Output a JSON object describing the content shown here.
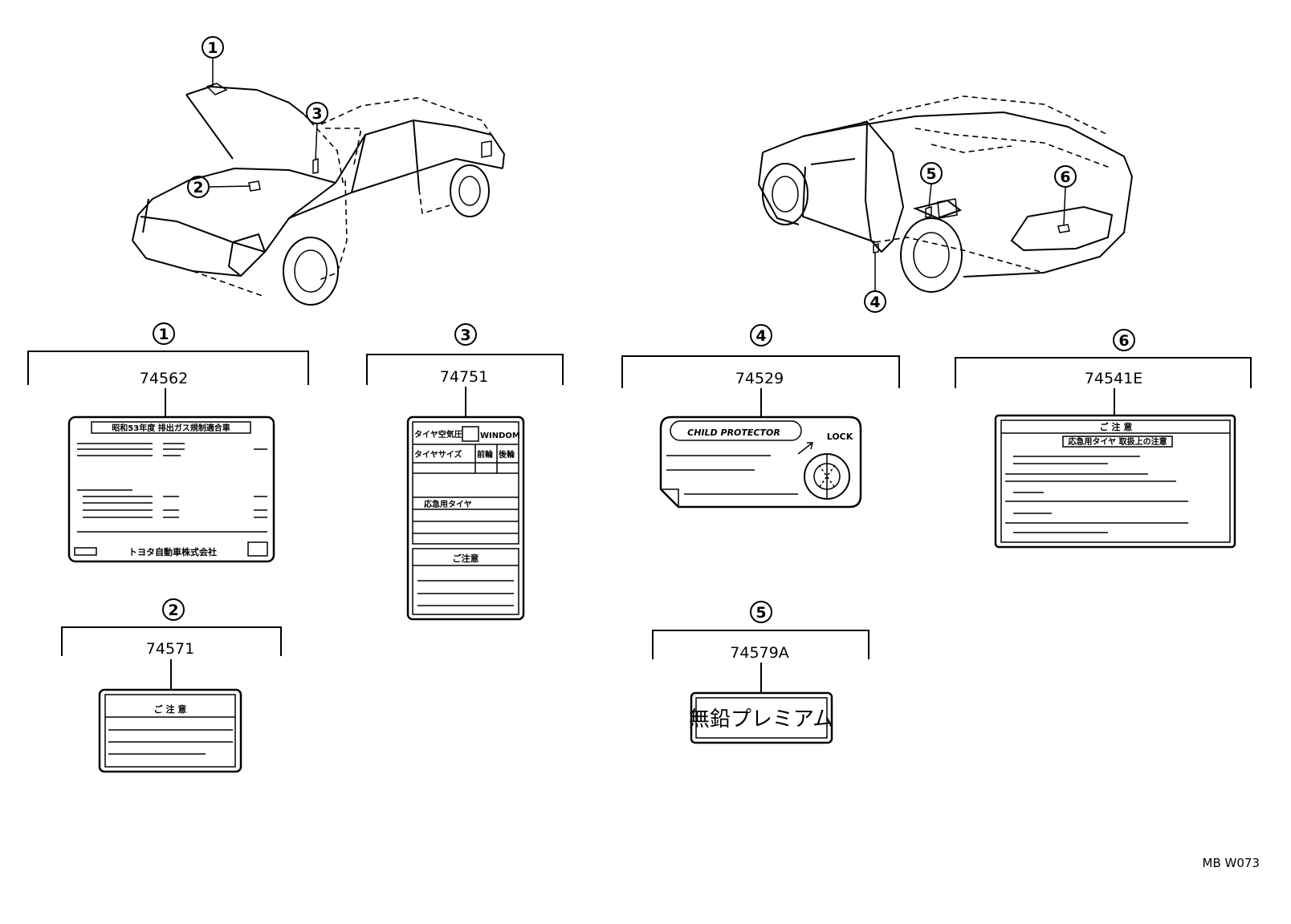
{
  "markers": [
    "1",
    "2",
    "3",
    "4",
    "5",
    "6"
  ],
  "parts": {
    "p1": "74562",
    "p2": "74571",
    "p3": "74751",
    "p4": "74529",
    "p5": "74579A",
    "p6": "74541E"
  },
  "labels": {
    "l1_header": "昭和53年度 排出ガス規制適合車",
    "l1_footer": "トヨタ自動車株式会社",
    "l2_title": "ご 注 意",
    "l3_row1": "タイヤ空気圧",
    "l3_row1b": "WINDOM",
    "l3_row2": "タイヤサイズ",
    "l3_col_front": "前輪",
    "l3_col_rear": "後輪",
    "l3_spare": "応急用タイヤ",
    "l3_caution": "ご注意",
    "l4_title": "CHILD PROTECTOR",
    "l4_lock": "LOCK",
    "l5_text": "無鉛プレミアム",
    "l6_title": "ご  注  意",
    "l6_sub": "応急用タイヤ 取扱上の注意"
  },
  "footer_code": "MB  W073"
}
